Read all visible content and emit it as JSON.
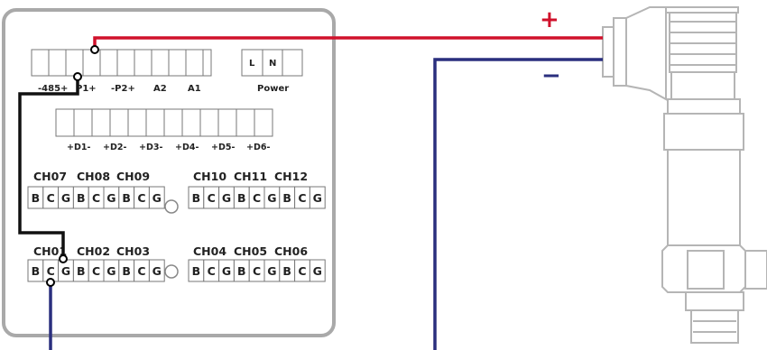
{
  "top_left_labels": [
    "-485+",
    "P1+",
    "-P2+",
    "A2",
    "A1"
  ],
  "power": {
    "cells": [
      "L",
      "N"
    ],
    "label": "Power"
  },
  "digital_labels": [
    "+D1-",
    "+D2-",
    "+D3-",
    "+D4-",
    "+D5-",
    "+D6-"
  ],
  "channels_top_left": [
    "CH07",
    "CH08",
    "CH09"
  ],
  "channels_top_right": [
    "CH10",
    "CH11",
    "CH12"
  ],
  "channels_bottom_left": [
    "CH01",
    "CH02",
    "CH03"
  ],
  "channels_bottom_right": [
    "CH04",
    "CH05",
    "CH06"
  ],
  "terminal_letters": [
    "B",
    "C",
    "G",
    "B",
    "C",
    "G",
    "B",
    "C",
    "G"
  ],
  "wire_signs": {
    "positive": "+",
    "negative": "−"
  },
  "colors": {
    "positive_wire": "#d0112b",
    "negative_wire": "#2a2f7e",
    "signal_wire": "#111111",
    "panel_border": "#a9a9a9",
    "sensor_outline": "#b5b5b5"
  }
}
